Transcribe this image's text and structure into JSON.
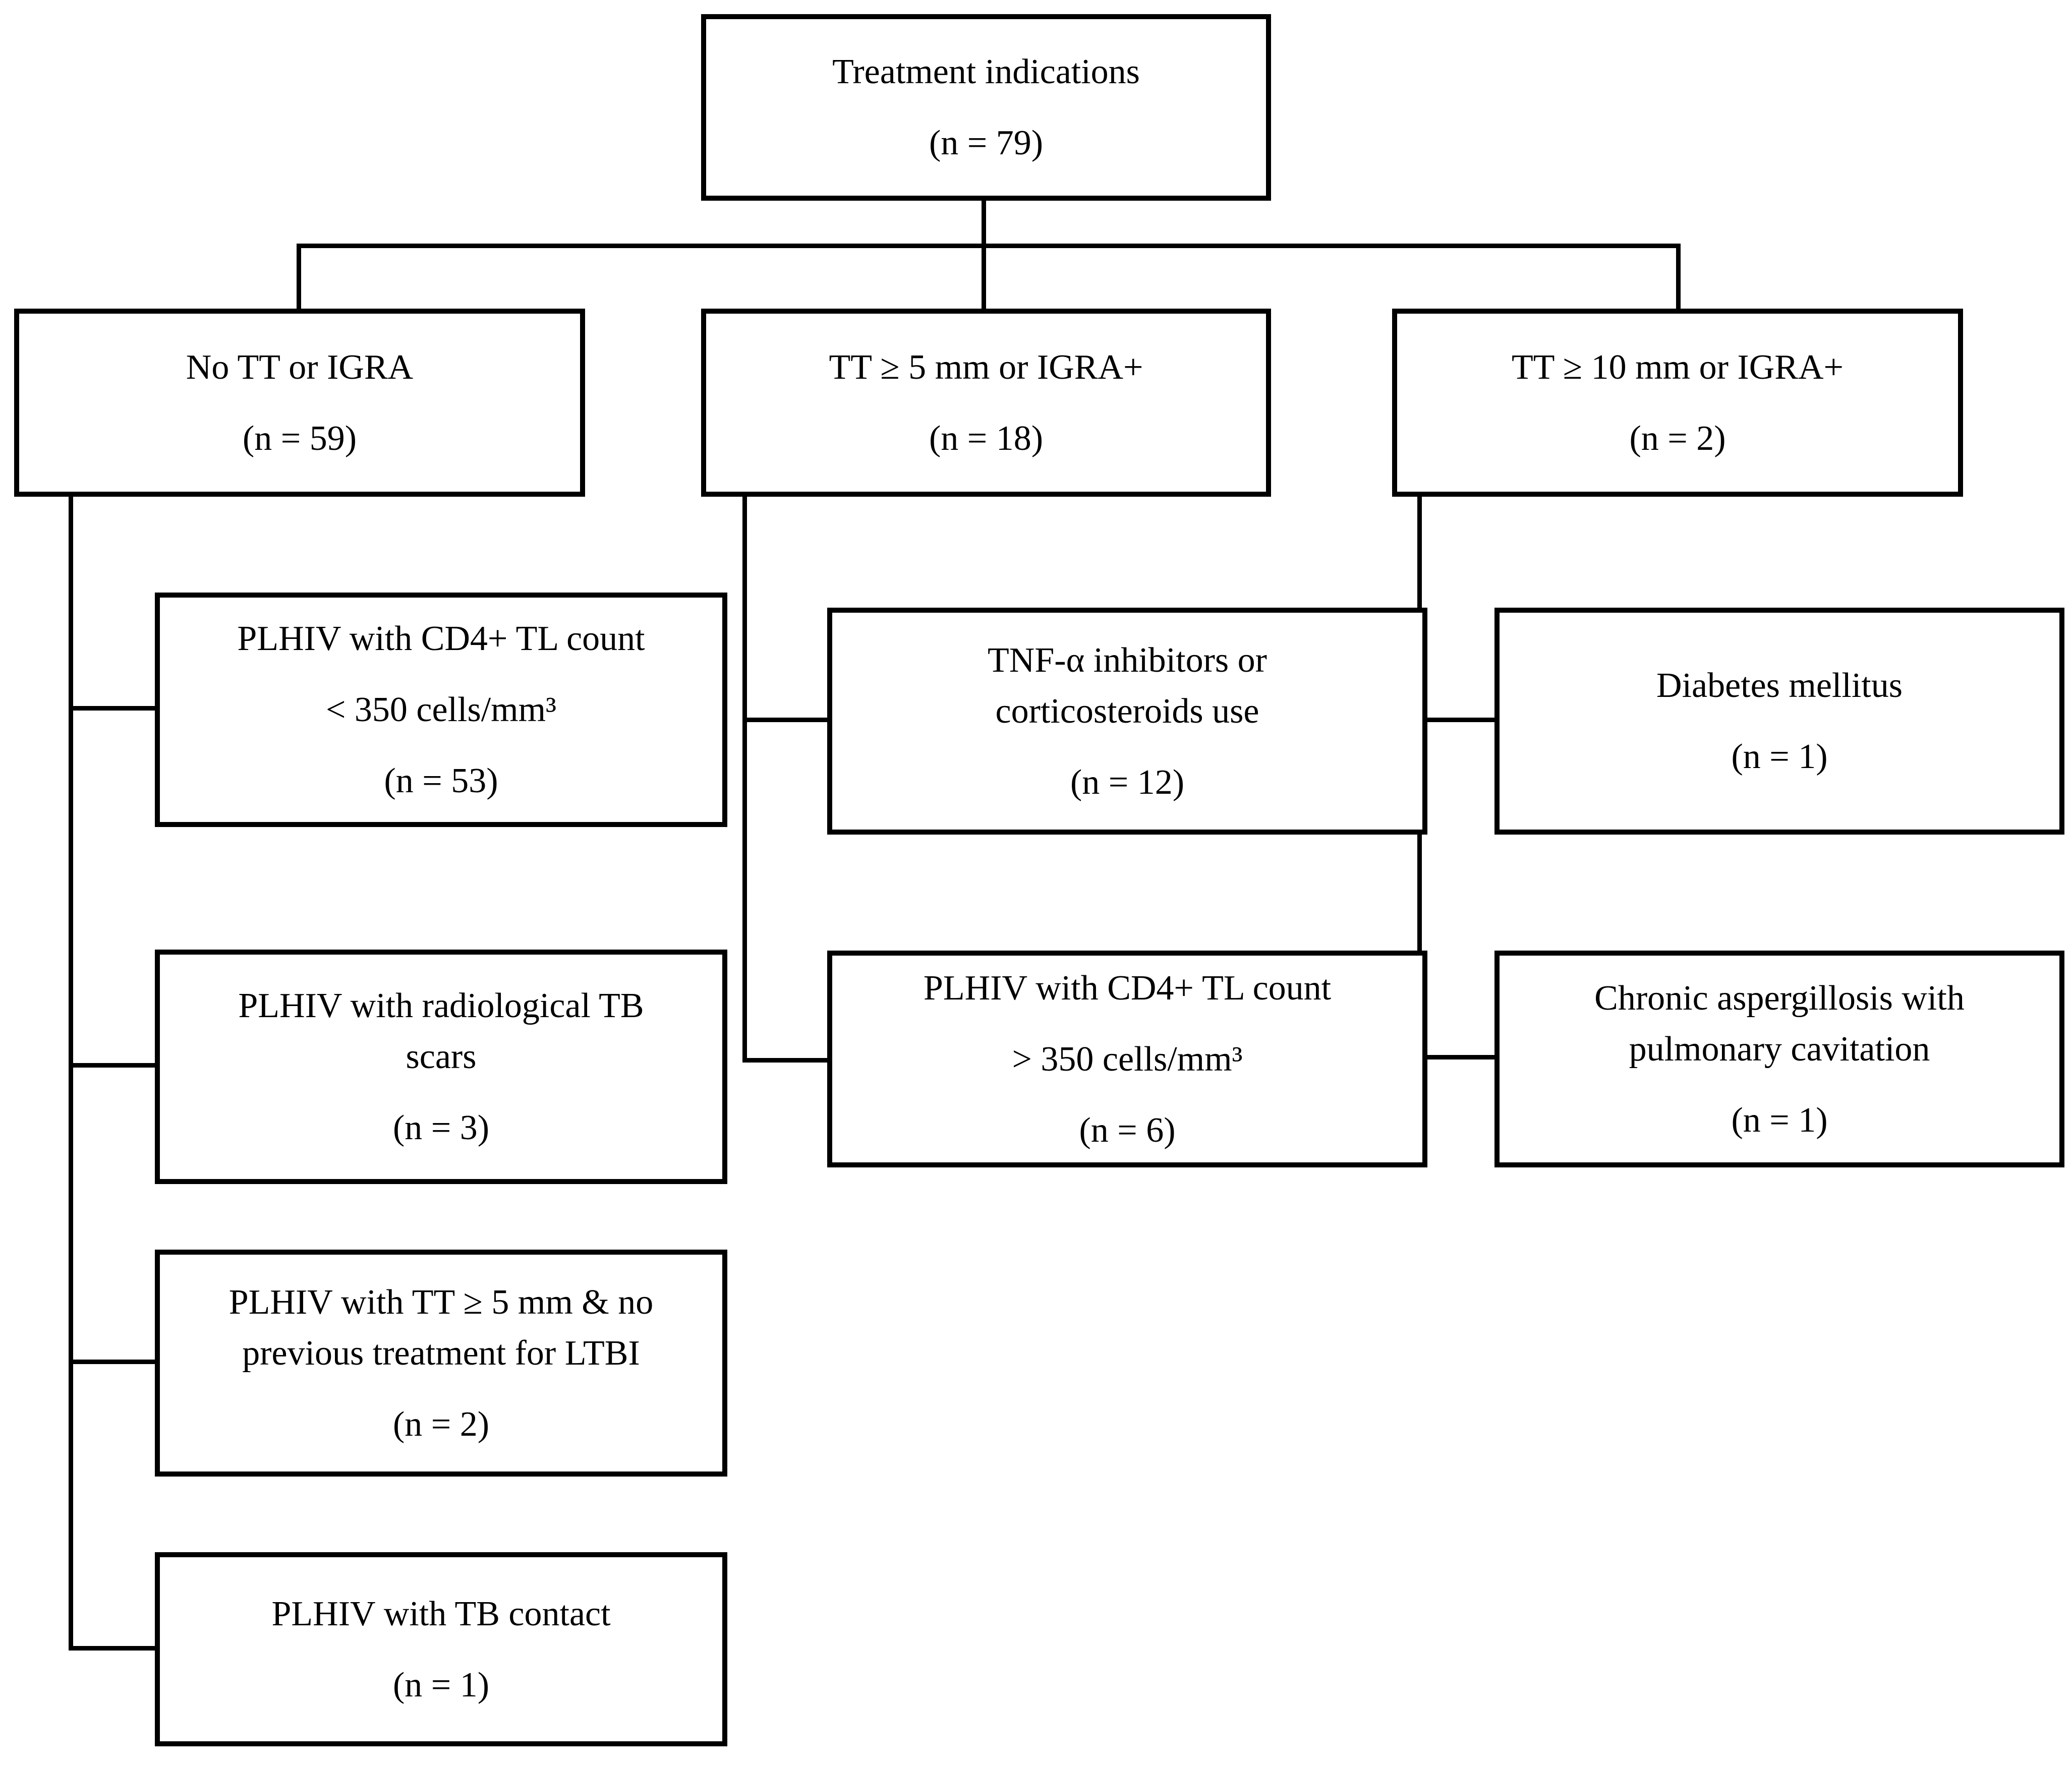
{
  "title": "Treatment indications flowchart",
  "colors": {
    "line": "#000000",
    "background": "#ffffff",
    "text": "#000000"
  },
  "figure": {
    "root": {
      "lines": [
        "Treatment indications"
      ],
      "count": "(n = 79)"
    },
    "branches": [
      {
        "header": {
          "lines": [
            "No TT or IGRA"
          ],
          "count": "(n = 59)"
        },
        "children": [
          {
            "lines": [
              "PLHIV with CD4+ TL count",
              "< 350 cells/mm³"
            ],
            "count": "(n = 53)"
          },
          {
            "lines": [
              "PLHIV with radiological TB",
              "scars"
            ],
            "count": "(n = 3)"
          },
          {
            "lines": [
              "PLHIV with TT ≥ 5 mm & no",
              "previous treatment for LTBI"
            ],
            "count": "(n = 2)"
          },
          {
            "lines": [
              "PLHIV with TB contact"
            ],
            "count": "(n = 1)"
          }
        ]
      },
      {
        "header": {
          "lines": [
            "TT ≥ 5 mm or IGRA+"
          ],
          "count": "(n = 18)"
        },
        "children": [
          {
            "lines": [
              "TNF-α inhibitors or",
              "corticosteroids use"
            ],
            "count": "(n = 12)"
          },
          {
            "lines": [
              "PLHIV with CD4+ TL count",
              "> 350 cells/mm³"
            ],
            "count": "(n = 6)"
          }
        ]
      },
      {
        "header": {
          "lines": [
            "TT ≥ 10 mm or IGRA+"
          ],
          "count": "(n = 2)"
        },
        "children": [
          {
            "lines": [
              "Diabetes mellitus"
            ],
            "count": "(n = 1)"
          },
          {
            "lines": [
              "Chronic aspergillosis with",
              "pulmonary cavitation"
            ],
            "count": "(n = 1)"
          }
        ]
      }
    ]
  }
}
